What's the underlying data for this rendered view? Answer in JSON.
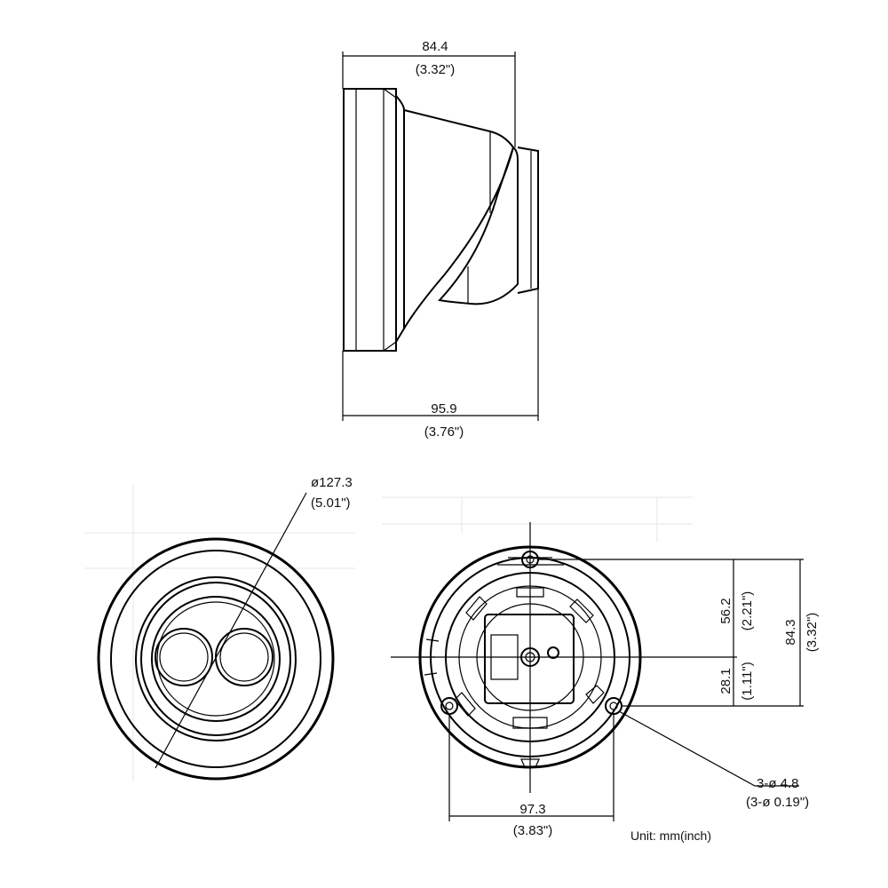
{
  "side_view": {
    "top_dimension": "84.4",
    "top_dimension_inch": "(3.32\")",
    "bottom_dimension": "95.9",
    "bottom_dimension_inch": "(3.76\")"
  },
  "front_view": {
    "diameter": "ø127.3",
    "diameter_inch": "(5.01\")"
  },
  "bottom_view": {
    "width": "97.3",
    "width_inch": "(3.83\")",
    "height_upper": "56.2",
    "height_upper_inch": "(2.21\")",
    "height_lower": "28.1",
    "height_lower_inch": "(1.11\")",
    "height_total": "84.3",
    "height_total_inch": "(3.32\")",
    "hole_spec": "3-ø 4.8",
    "hole_spec_inch": "(3-ø 0.19\")"
  },
  "unit_note": "Unit: mm(inch)"
}
